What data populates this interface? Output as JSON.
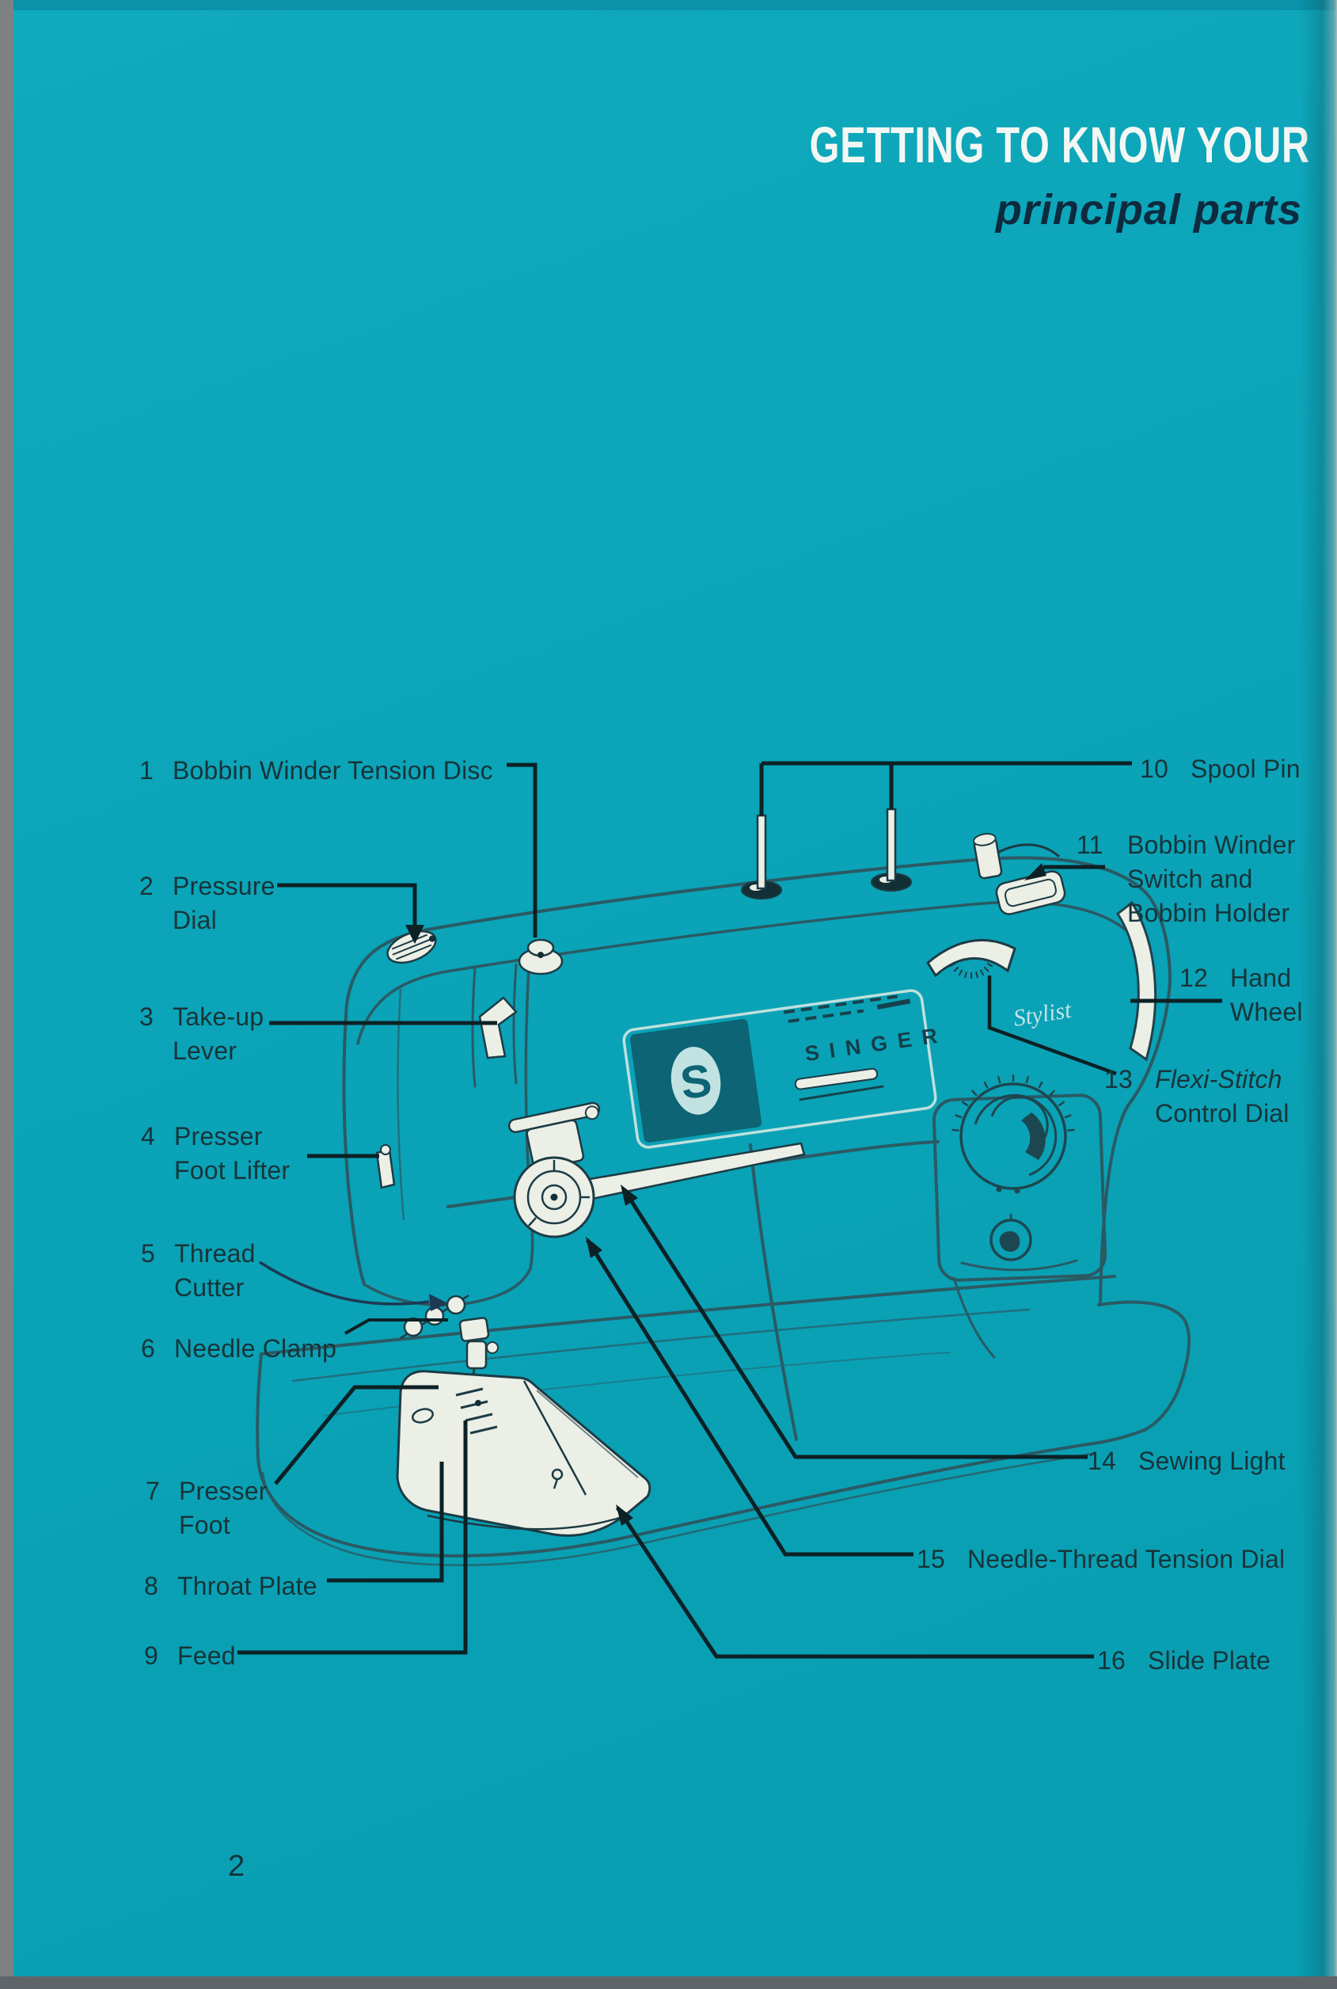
{
  "page": {
    "title": "GETTING TO KNOW YOUR",
    "subtitle": "principal parts",
    "page_number": "2"
  },
  "machine": {
    "brand": "SINGER",
    "logo_letter": "S",
    "model_script": "Stylist"
  },
  "labels": [
    {
      "num": "1",
      "text": "Bobbin Winder Tension Disc"
    },
    {
      "num": "2",
      "text": "Pressure\nDial"
    },
    {
      "num": "3",
      "text": "Take-up\nLever"
    },
    {
      "num": "4",
      "text": "Presser\nFoot Lifter"
    },
    {
      "num": "5",
      "text": "Thread\nCutter"
    },
    {
      "num": "6",
      "text": "Needle Clamp"
    },
    {
      "num": "7",
      "text": "Presser\nFoot"
    },
    {
      "num": "8",
      "text": "Throat Plate"
    },
    {
      "num": "9",
      "text": "Feed"
    },
    {
      "num": "10",
      "text": "Spool Pin"
    },
    {
      "num": "11",
      "text": "Bobbin Winder\nSwitch and\nBobbin Holder"
    },
    {
      "num": "12",
      "text": "Hand\nWheel"
    },
    {
      "num": "13",
      "line1": "Flexi-Stitch",
      "line2": "Control Dial"
    },
    {
      "num": "14",
      "text": "Sewing Light"
    },
    {
      "num": "15",
      "text": "Needle-Thread Tension Dial"
    },
    {
      "num": "16",
      "text": "Slide Plate"
    }
  ],
  "colors": {
    "background": "#0ba4b8",
    "title_text": "#f3f7f3",
    "subtitle_text": "#0e2a3e",
    "label_text": "#173439",
    "leader_line": "#0c2125",
    "machine_line": "#2a5a64",
    "white_part": "#ecefe6",
    "panel_dark": "#0c6474"
  }
}
